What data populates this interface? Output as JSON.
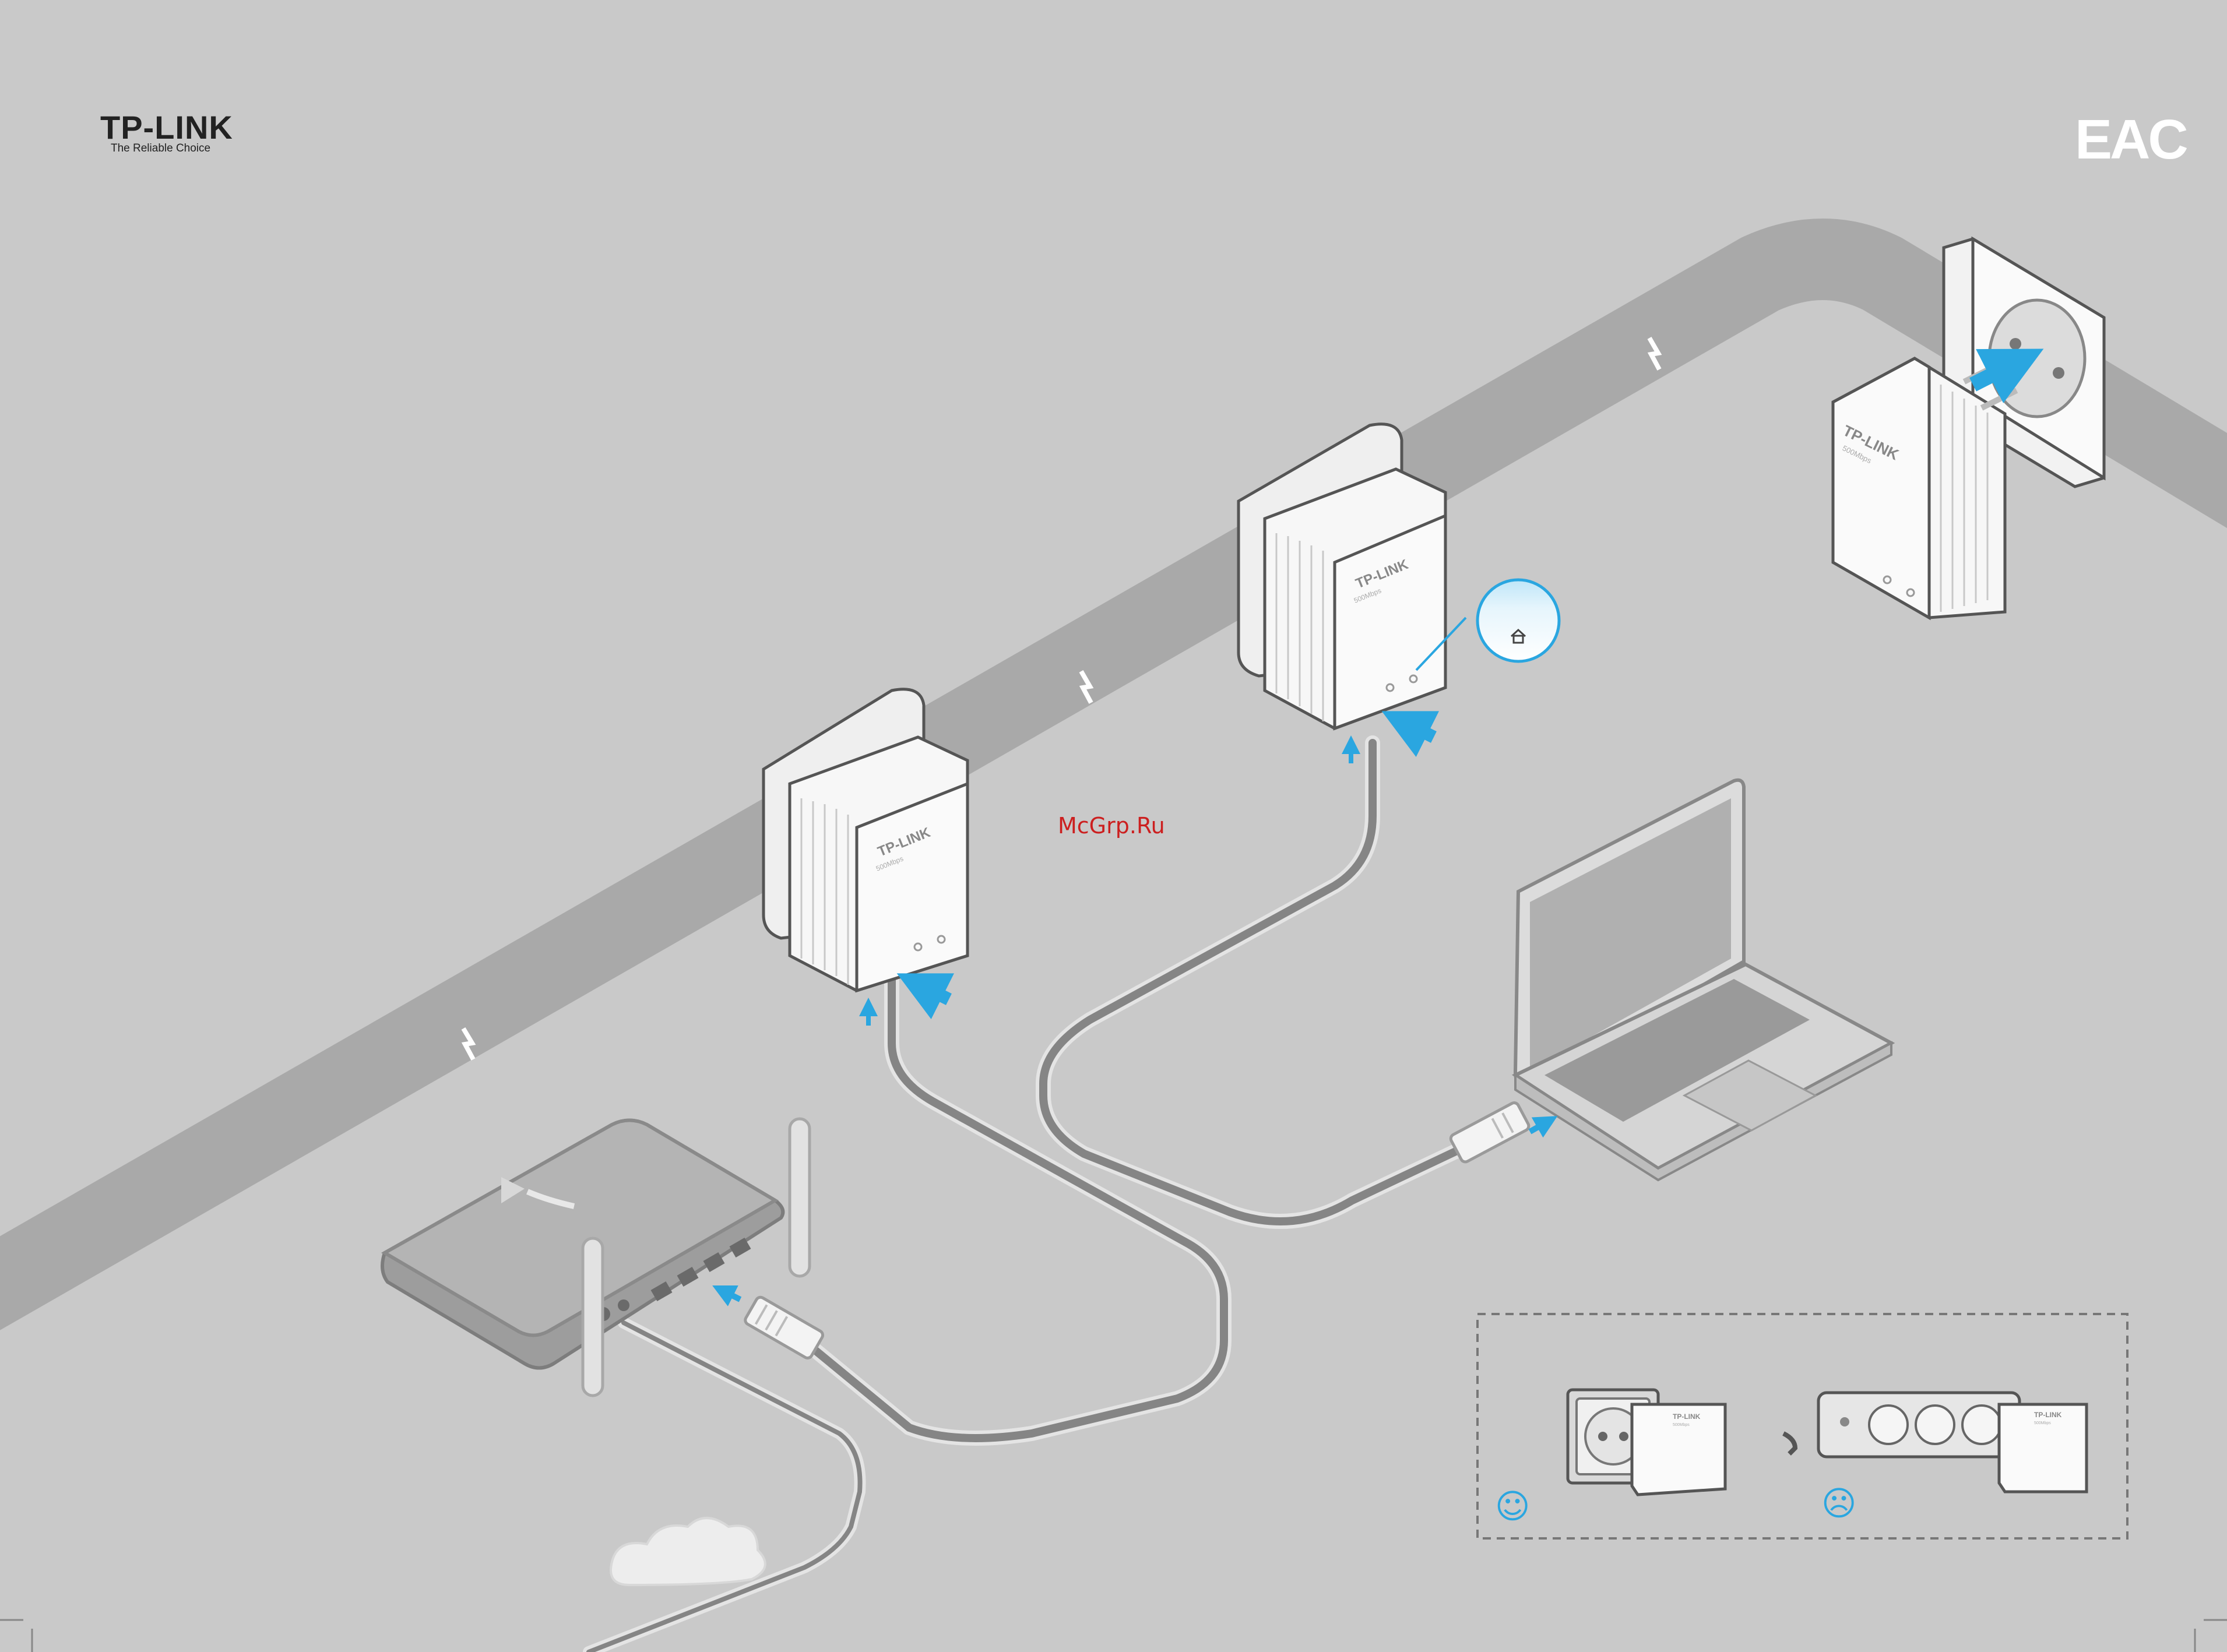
{
  "brand": {
    "name": "TP-LINK",
    "tagline": "The Reliable Choice"
  },
  "certification_mark": "EAC",
  "watermark": "McGrp.Ru",
  "adapter_label": "TP-LINK",
  "adapter_speed": "500Mbps",
  "comparison": {
    "good_face": "☺",
    "bad_face": "☹"
  },
  "colors": {
    "background": "#c9c9c9",
    "powerline": "#aaaaaa",
    "cable": "#8a8a8a",
    "accent_arrow": "#2aa6e0",
    "device_white": "#f7f7f7"
  },
  "icons": [
    "lightning-icon",
    "house-icon",
    "cloud-icon",
    "power-icon"
  ]
}
